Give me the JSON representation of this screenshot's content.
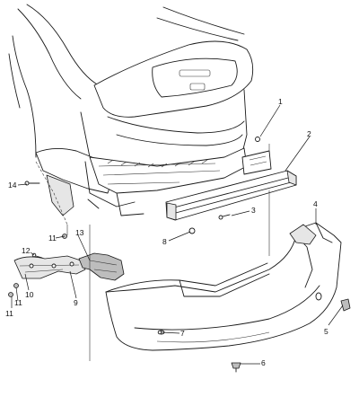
{
  "callouts": [
    {
      "id": "c1",
      "label": "1"
    },
    {
      "id": "c2",
      "label": "2"
    },
    {
      "id": "c3",
      "label": "3"
    },
    {
      "id": "c4",
      "label": "4"
    },
    {
      "id": "c5",
      "label": "5"
    },
    {
      "id": "c6",
      "label": "6"
    },
    {
      "id": "c7",
      "label": "7"
    },
    {
      "id": "c8",
      "label": "8"
    },
    {
      "id": "c9",
      "label": "9"
    },
    {
      "id": "c10",
      "label": "10"
    },
    {
      "id": "c11a",
      "label": "11"
    },
    {
      "id": "c11b",
      "label": "11"
    },
    {
      "id": "c11c",
      "label": "11"
    },
    {
      "id": "c12",
      "label": "12"
    },
    {
      "id": "c13",
      "label": "13"
    },
    {
      "id": "c14",
      "label": "14"
    }
  ]
}
